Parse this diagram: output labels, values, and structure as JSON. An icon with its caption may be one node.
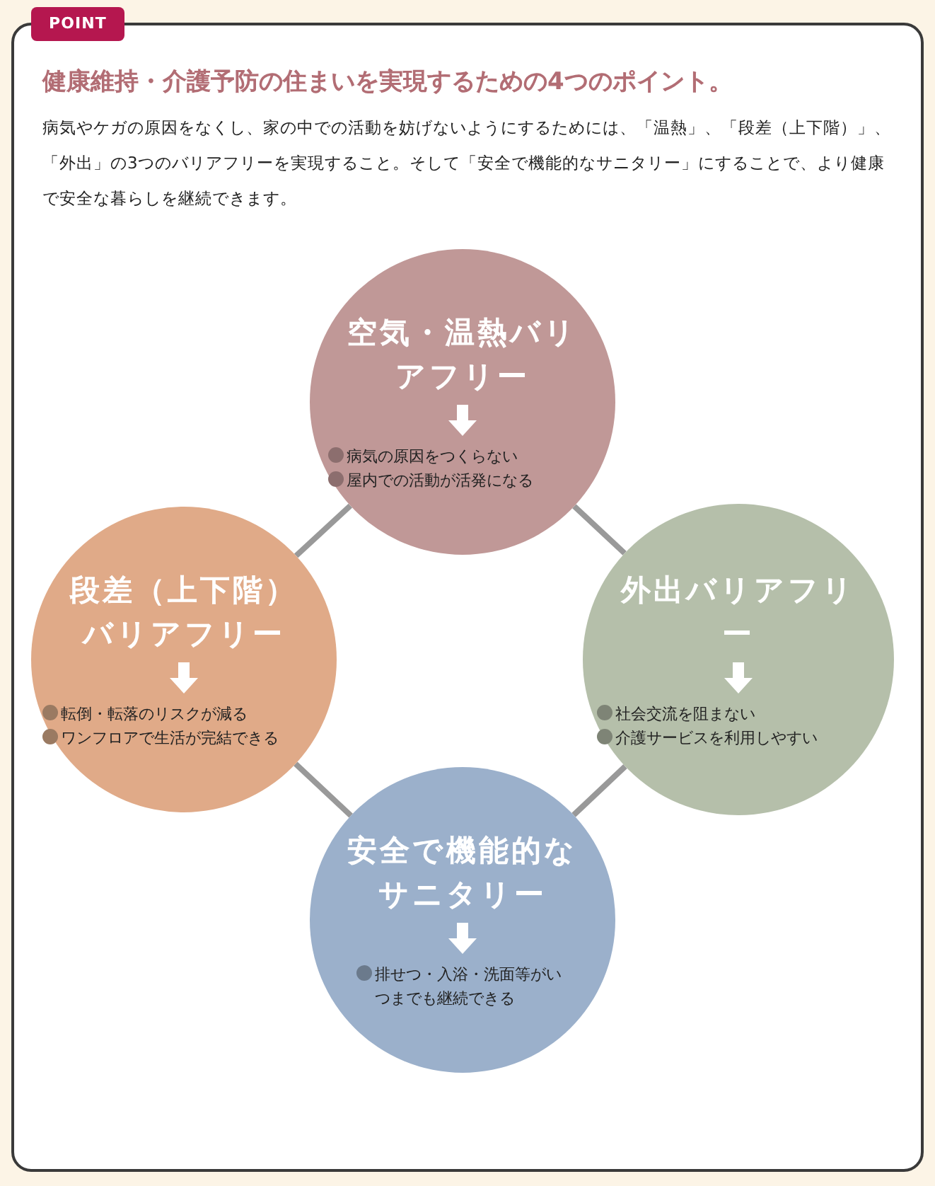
{
  "diagram": {
    "title": "健康維持・介護予防の住まいを実現するための4つのポイント。",
    "nodes": [
      {
        "text": [
          "空気・温熱バリアフリー",
          "病気の原因をつくらない",
          "屋内での活動が活発になる"
        ]
      },
      {
        "text": [
          "段差（上下階）バリアフリー",
          "転倒・転落のリスクが減る",
          "ワンフロアで生活が完結できる"
        ]
      },
      {
        "text": [
          "外出バリアフリー",
          "社会交流を阻まない",
          "介護サービスを利用しやすい"
        ]
      },
      {
        "text": [
          "安全で機能的なサニタリー",
          "排せつ・入浴・洗面等がいつまでも継続できる"
        ]
      }
    ],
    "edges": [
      {
        "from": 0,
        "to": 1,
        "arrow": "none"
      },
      {
        "from": 0,
        "to": 2,
        "arrow": "none"
      },
      {
        "from": 1,
        "to": 3,
        "arrow": "none"
      },
      {
        "from": 2,
        "to": 3,
        "arrow": "none"
      }
    ],
    "labels": [
      "POINT",
      "病気やケガの原因をなくし、家の中での活動を妨げないようにするためには、「温熱」、「段差（上下階）」、「外出」の3つのバリアフリーを実現すること。そして「安全で機能的なサニタリー」にすることで、より健康で安全な暮らしを継続できます。"
    ]
  }
}
